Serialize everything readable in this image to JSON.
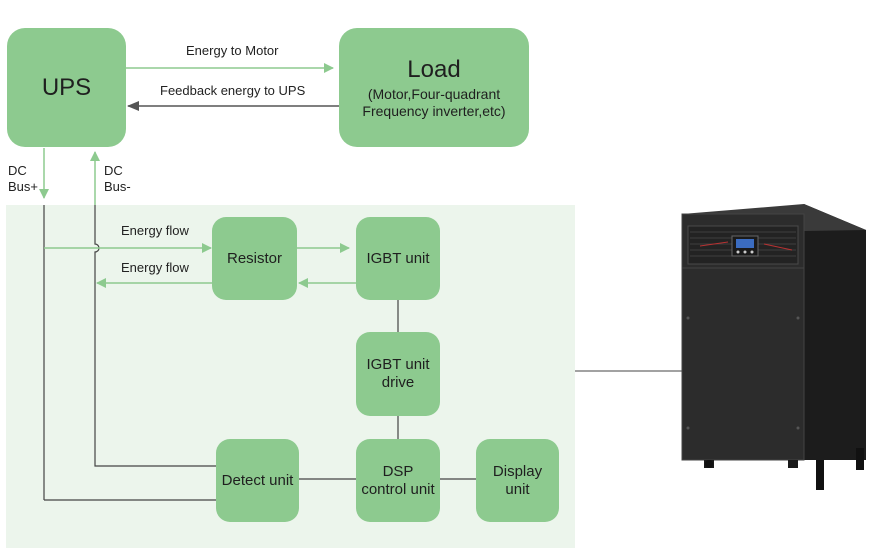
{
  "colors": {
    "box_fill": "#8dca8f",
    "panel_fill": "#ecf5ec",
    "green_arrow": "#8dca8f",
    "dark_arrow": "#555555",
    "wire": "#444444",
    "cabinet": "#2a2a2a"
  },
  "ups": {
    "label": "UPS"
  },
  "load": {
    "title": "Load",
    "line1": "(Motor,Four-quadrant",
    "line2": "Frequency inverter,etc)"
  },
  "arrows": {
    "energy_to_motor": "Energy to Motor",
    "feedback_energy": "Feedback energy to UPS"
  },
  "bus": {
    "plus_line1": "DC",
    "plus_line2": "Bus+",
    "minus_line1": "DC",
    "minus_line2": "Bus-"
  },
  "flows": {
    "energy_flow_in": "Energy flow",
    "energy_flow_out": "Energy flow"
  },
  "blocks": {
    "resistor": "Resistor",
    "igbt_unit": "IGBT unit",
    "igbt_drive_line1": "IGBT unit",
    "igbt_drive_line2": "drive",
    "detect_unit": "Detect unit",
    "dsp_line1": "DSP",
    "dsp_line2": "control unit",
    "display_line1": "Display",
    "display_line2": "unit"
  },
  "cabinet": {
    "icon": "energy-feedback-cabinet-icon"
  }
}
